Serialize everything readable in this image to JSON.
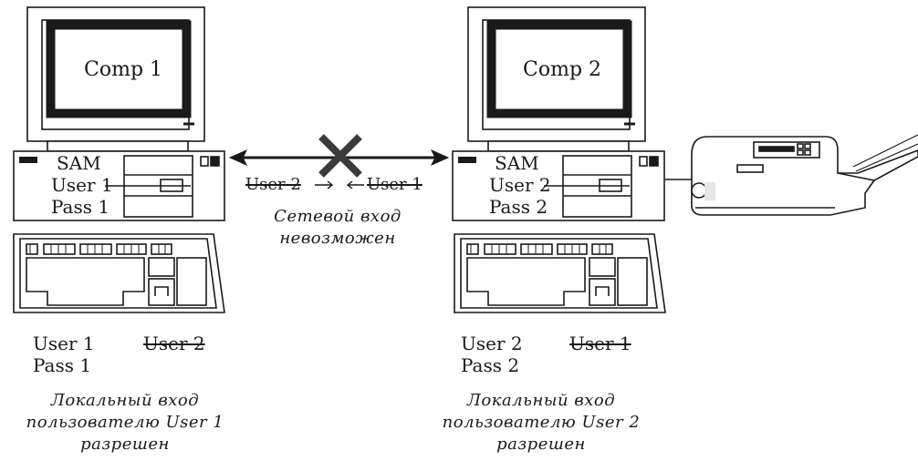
{
  "computer1": {
    "screen_label": "Comp 1",
    "sam_lines": [
      "SAM",
      "User 1",
      "Pass 1"
    ],
    "local_credentials": [
      "User 1",
      "Pass 1"
    ],
    "denied_user": "User 2",
    "caption": [
      "Локальный вход",
      "пользователю User 1",
      "разрешен"
    ]
  },
  "computer2": {
    "screen_label": "Comp 2",
    "sam_lines": [
      "SAM",
      "User 2",
      "Pass 2"
    ],
    "local_credentials": [
      "User 2",
      "Pass 2"
    ],
    "denied_user": "User 1",
    "caption": [
      "Локальный вход",
      "пользователю User 2",
      "разрешен"
    ]
  },
  "network": {
    "left_attempt": "User 2",
    "right_attempt": "User 1",
    "blocked_caption": [
      "Сетевой вход",
      "невозможен"
    ]
  },
  "colors": {
    "line": "#1a1a1a",
    "background": "#ffffff",
    "cross": "#3a3a3a"
  }
}
